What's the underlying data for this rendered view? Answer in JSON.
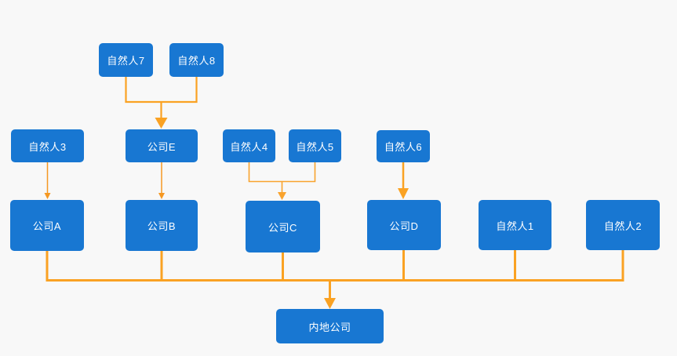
{
  "diagram": {
    "title": "equity-structure-chart",
    "colors": {
      "node_fill": "#1877d2",
      "node_text": "#ffffff",
      "connector_thick": "#faa223",
      "connector_thin": "#f59822",
      "background": "#f8f8f8"
    },
    "nodes": {
      "person7": {
        "label": "自然人7"
      },
      "person8": {
        "label": "自然人8"
      },
      "person3": {
        "label": "自然人3"
      },
      "companyE": {
        "label": "公司E"
      },
      "person4": {
        "label": "自然人4"
      },
      "person5": {
        "label": "自然人5"
      },
      "person6": {
        "label": "自然人6"
      },
      "companyA": {
        "label": "公司A"
      },
      "companyB": {
        "label": "公司B"
      },
      "companyC": {
        "label": "公司C"
      },
      "companyD": {
        "label": "公司D"
      },
      "person1": {
        "label": "自然人1"
      },
      "person2": {
        "label": "自然人2"
      },
      "mainland": {
        "label": "内地公司"
      }
    },
    "edges": [
      {
        "from": "自然人7",
        "to": "公司E"
      },
      {
        "from": "自然人8",
        "to": "公司E"
      },
      {
        "from": "自然人3",
        "to": "公司A"
      },
      {
        "from": "公司E",
        "to": "公司B"
      },
      {
        "from": "自然人4",
        "to": "公司C"
      },
      {
        "from": "自然人5",
        "to": "公司C"
      },
      {
        "from": "自然人6",
        "to": "公司D"
      },
      {
        "from": "公司A",
        "to": "内地公司"
      },
      {
        "from": "公司B",
        "to": "内地公司"
      },
      {
        "from": "公司C",
        "to": "内地公司"
      },
      {
        "from": "公司D",
        "to": "内地公司"
      },
      {
        "from": "自然人1",
        "to": "内地公司"
      },
      {
        "from": "自然人2",
        "to": "内地公司"
      }
    ]
  }
}
